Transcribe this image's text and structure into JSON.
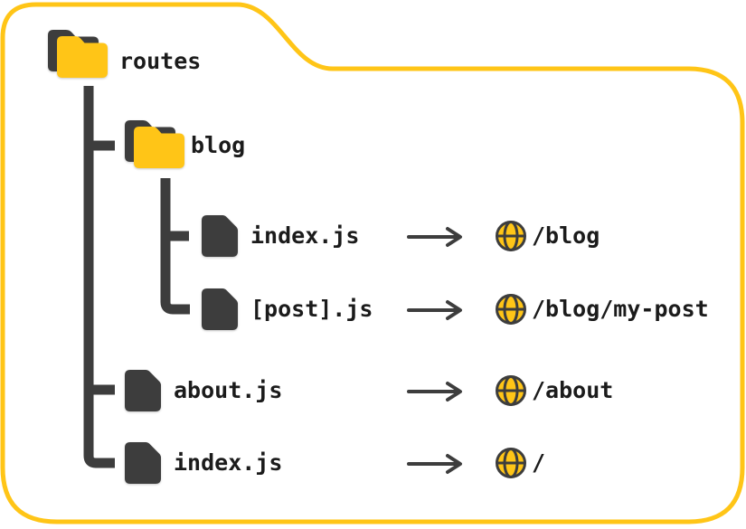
{
  "diagram_type": "file-based-routing-tree",
  "colors": {
    "accent_yellow": "#ffc517",
    "dark_gray": "#3d3d3d",
    "text": "#1b1b1b",
    "background": "#ffffff"
  },
  "icons": {
    "folder": "folder-icon",
    "file": "file-icon",
    "globe": "globe-icon",
    "arrow": "arrow-right-icon"
  },
  "nodes": {
    "routes": {
      "label": "routes"
    },
    "blog": {
      "label": "blog"
    },
    "blog_index": {
      "label": "index.js",
      "route": "/blog"
    },
    "blog_post": {
      "label": "[post].js",
      "route": "/blog/my-post"
    },
    "about": {
      "label": "about.js",
      "route": "/about"
    },
    "root_index": {
      "label": "index.js",
      "route": "/"
    }
  }
}
